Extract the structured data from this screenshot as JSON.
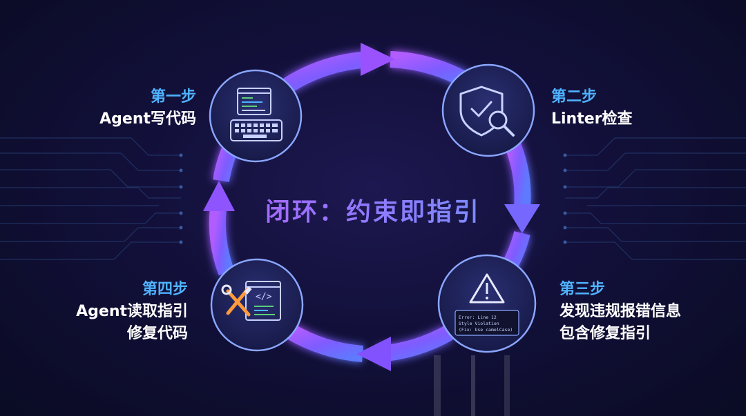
{
  "diagram": {
    "center_title": "闭环：约束即指引",
    "steps": [
      {
        "title": "第一步",
        "lines": [
          "Agent写代码"
        ],
        "icon": "code-keyboard-icon"
      },
      {
        "title": "第二步",
        "lines": [
          "Linter检查"
        ],
        "icon": "shield-search-icon"
      },
      {
        "title": "第三步",
        "lines": [
          "发现违规报错信息",
          "包含修复指引"
        ],
        "icon": "warning-terminal-icon"
      },
      {
        "title": "第四步",
        "lines": [
          "Agent读取指引",
          "修复代码"
        ],
        "icon": "tools-code-icon"
      }
    ],
    "error_box": {
      "lines": [
        "Error: Line 12",
        "Style Violation",
        "(Fix: Use camelCase)"
      ]
    },
    "colors": {
      "background": "#12103a",
      "ring_start": "#9b4dff",
      "ring_end": "#6a7dff",
      "step_title": "#4fb3ff",
      "node_fill": "#1e2158",
      "node_border": "#8aa6ff"
    }
  }
}
